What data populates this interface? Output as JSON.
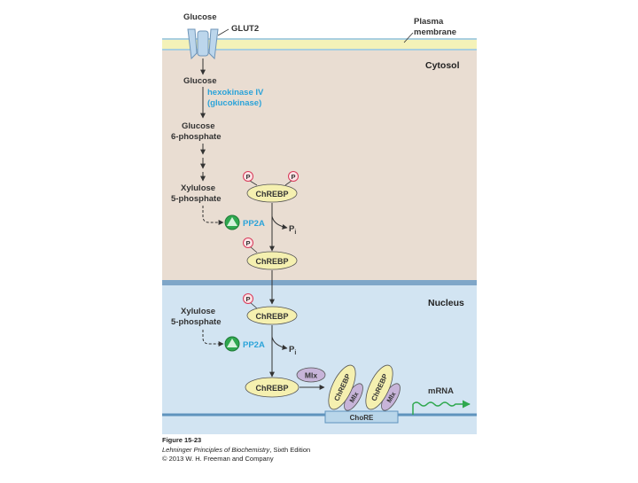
{
  "labels": {
    "glucose_top": "Glucose",
    "glut2": "GLUT2",
    "plasma_membrane_1": "Plasma",
    "plasma_membrane_2": "membrane",
    "cytosol": "Cytosol",
    "nucleus": "Nucleus",
    "glucose_mid": "Glucose",
    "hexokinase_1": "hexokinase IV",
    "hexokinase_2": "(glucokinase)",
    "g6p_1": "Glucose",
    "g6p_2": "6-phosphate",
    "xylulose_1": "Xylulose",
    "xylulose_2": "5-phosphate",
    "xylulose_n1": "Xylulose",
    "xylulose_n2": "5-phosphate",
    "pp2a": "PP2A",
    "pp2a_n": "PP2A",
    "pi": "P",
    "pi_sub": "i",
    "phospho": "P",
    "chrebp": "ChREBP",
    "mlx": "Mlx",
    "chore": "ChoRE",
    "mrna": "mRNA"
  },
  "caption": {
    "figure": "Figure 15-23",
    "book": "Lehninger Principles of Biochemistry",
    "edition": ", Sixth Edition",
    "copyright": "© 2013 W. H. Freeman and Company"
  },
  "colors": {
    "cytosol": "#e9ddd2",
    "nucleus": "#d2e4f2",
    "membrane": "#a9cfe0",
    "nuclear_envelope": "#7fa6c8",
    "membrane_yellow": "#f4f2b8",
    "chrebp_fill": "#f5f0b0",
    "mlx_fill": "#c7b4d9",
    "pp2a_green": "#2fa84f",
    "phospho_ring": "#d73a5a",
    "enzyme_text": "#2ba3d9",
    "mrna": "#2fa84f"
  }
}
